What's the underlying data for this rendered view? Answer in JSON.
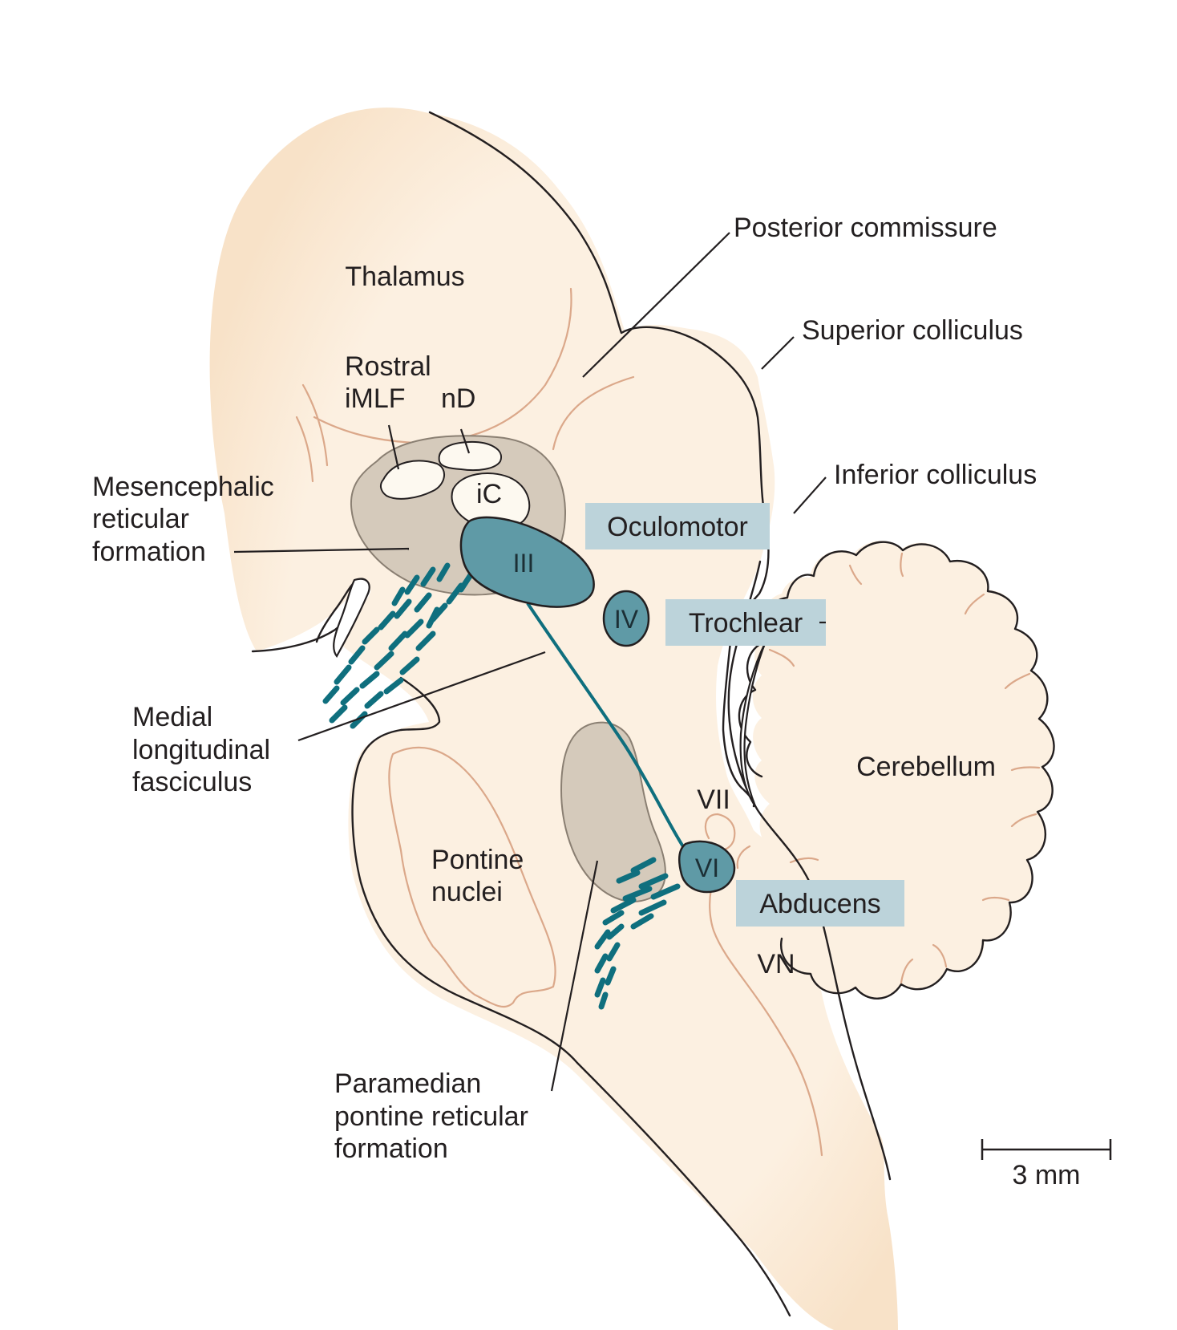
{
  "colors": {
    "tissue": "#fcf0e1",
    "tissue_edge": "#f8e2c8",
    "gray_nucleus": "#d5cabb",
    "motor_nucleus": "#5f9aa6",
    "fiber": "#0f6f7e",
    "label_tag": "#bcd3da",
    "outline": "#231f20",
    "inner_line": "#dba88a"
  },
  "labels": {
    "thalamus": "Thalamus",
    "posterior_commissure": "Posterior commissure",
    "superior_colliculus": "Superior colliculus",
    "inferior_colliculus": "Inferior colliculus",
    "rostral_imlf_line1": "Rostral",
    "rostral_imlf_line2": "iMLF",
    "nd": "nD",
    "ic": "iC",
    "mrf_line1": "Mesencephalic",
    "mrf_line2": "reticular",
    "mrf_line3": "formation",
    "mlf_line1": "Medial",
    "mlf_line2": "longitudinal",
    "mlf_line3": "fasciculus",
    "cerebellum": "Cerebellum",
    "vii": "VII",
    "pontine_line1": "Pontine",
    "pontine_line2": "nuclei",
    "vn": "VN",
    "pprf_line1": "Paramedian",
    "pprf_line2": "pontine reticular",
    "pprf_line3": "formation"
  },
  "nuclei": {
    "iii": "III",
    "iv": "IV",
    "vi": "VI"
  },
  "tags": {
    "oculomotor": "Oculomotor",
    "trochlear": "Trochlear",
    "abducens": "Abducens"
  },
  "scale_bar": {
    "label": "3 mm"
  }
}
